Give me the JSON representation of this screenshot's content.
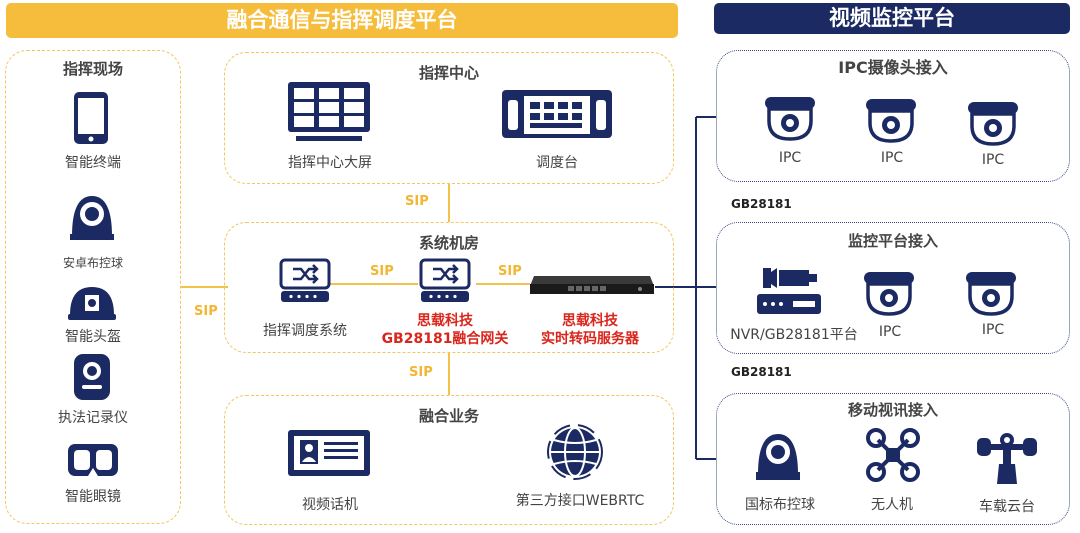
{
  "header": {
    "left_title": "融合通信与指挥调度平台",
    "right_title": "视频监控平台"
  },
  "field": {
    "title": "指挥现场",
    "items": [
      "智能终端",
      "安卓布控球",
      "智能头盔",
      "执法记录仪",
      "智能眼镜"
    ]
  },
  "command_center": {
    "title": "指挥中心",
    "items": [
      "指挥中心大屏",
      "调度台"
    ]
  },
  "machine_room": {
    "title": "系统机房",
    "dispatch_system": "指挥调度系统",
    "gateway_line1": "思载科技",
    "gateway_line2": "GB28181融合网关",
    "transcoder_line1": "思载科技",
    "transcoder_line2": "实时转码服务器"
  },
  "business": {
    "title": "融合业务",
    "items": [
      "视频话机",
      "第三方接口WEBRTC"
    ]
  },
  "sip_labels": [
    "SIP",
    "SIP",
    "SIP",
    "SIP",
    "SIP"
  ],
  "gb_labels": [
    "GB28181",
    "GB28181"
  ],
  "ipc_access": {
    "title": "IPC摄像头接入",
    "items": [
      "IPC",
      "IPC",
      "IPC"
    ]
  },
  "platform_access": {
    "title": "监控平台接入",
    "items": [
      "NVR/GB28181平台",
      "IPC",
      "IPC"
    ]
  },
  "mobile_access": {
    "title": "移动视讯接入",
    "items": [
      "国标布控球",
      "无人机",
      "车载云台"
    ]
  },
  "colors": {
    "navy": "#1c2a63",
    "gold": "#f6bd3c",
    "red": "#d9261c"
  }
}
